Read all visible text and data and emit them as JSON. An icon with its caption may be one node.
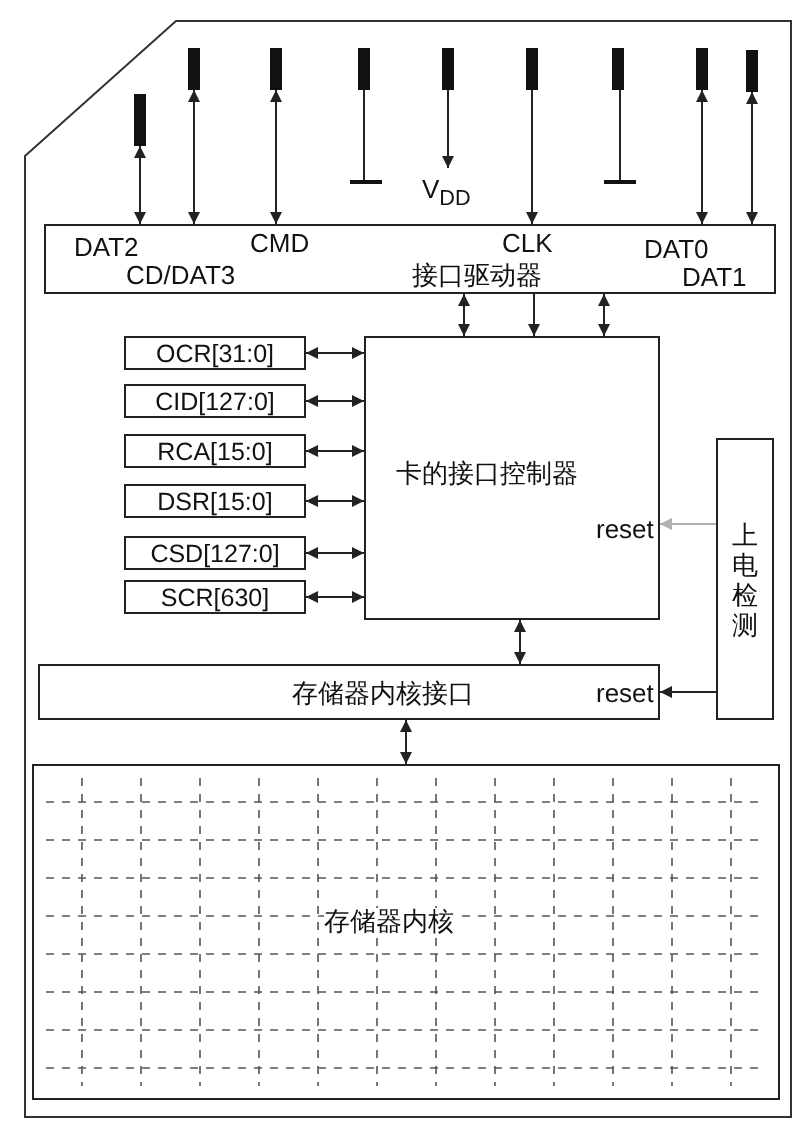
{
  "diagram": {
    "nodes": [
      {
        "text": [],
        "shape": "box"
      },
      {
        "text": [],
        "shape": "bar",
        "in": 0
      },
      {
        "text": [],
        "shape": "bar",
        "in": 0
      },
      {
        "text": [],
        "shape": "bar",
        "in": 0
      },
      {
        "text": [],
        "shape": "bar",
        "in": 0
      },
      {
        "text": [],
        "shape": "bar",
        "in": 0
      },
      {
        "text": [],
        "shape": "bar",
        "in": 0
      },
      {
        "text": [],
        "shape": "bar",
        "in": 0
      },
      {
        "text": [],
        "shape": "bar",
        "in": 0
      },
      {
        "text": [],
        "shape": "bar",
        "in": 0
      },
      {
        "text": [
          "DAT2",
          "CMD",
          "CLK",
          "DAT0",
          "CD/DAT3",
          "接口驱动器",
          "DAT1"
        ],
        "in": 0
      },
      {
        "text": [
          "卡的接口控制器",
          "reset"
        ],
        "in": 0
      },
      {
        "text": [
          "OCR[31:0]"
        ],
        "in": 0
      },
      {
        "text": [
          "CID[127:0]"
        ],
        "in": 0
      },
      {
        "text": [
          "RCA[15:0]"
        ],
        "in": 0
      },
      {
        "text": [
          "DSR[15:0]"
        ],
        "in": 0
      },
      {
        "text": [
          "CSD[127:0]"
        ],
        "in": 0
      },
      {
        "text": [
          "SCR[630]"
        ],
        "in": 0
      },
      {
        "text": [
          "存储器内核接口",
          "reset"
        ],
        "in": 0
      },
      {
        "text": [
          "上电检测"
        ],
        "in": 0
      },
      {
        "text": [
          "存储器内核"
        ],
        "in": 0
      },
      {
        "text": [],
        "shape": "ground",
        "in": 0
      },
      {
        "text": [],
        "shape": "ground",
        "in": 0
      },
      {
        "text": [
          "V$_{DD}$"
        ],
        "in": 0
      }
    ],
    "edges": [
      {
        "from": 1,
        "to": 10,
        "arrow": "both"
      },
      {
        "from": 2,
        "to": 10,
        "arrow": "both"
      },
      {
        "from": 3,
        "to": 10,
        "arrow": "both"
      },
      {
        "from": 4,
        "to": 21,
        "arrow": "none"
      },
      {
        "from": 5,
        "to": 23,
        "arrow": "to"
      },
      {
        "from": 6,
        "to": 10,
        "arrow": "to"
      },
      {
        "from": 7,
        "to": 22,
        "arrow": "none"
      },
      {
        "from": 8,
        "to": 10,
        "arrow": "both"
      },
      {
        "from": 9,
        "to": 10,
        "arrow": "both"
      },
      {
        "from": 10,
        "to": 11,
        "arrow": "both"
      },
      {
        "from": 10,
        "to": 11,
        "arrow": "to"
      },
      {
        "from": 10,
        "to": 11,
        "arrow": "both"
      },
      {
        "from": 12,
        "to": 11,
        "arrow": "both"
      },
      {
        "from": 13,
        "to": 11,
        "arrow": "both"
      },
      {
        "from": 14,
        "to": 11,
        "arrow": "both"
      },
      {
        "from": 15,
        "to": 11,
        "arrow": "both"
      },
      {
        "from": 16,
        "to": 11,
        "arrow": "both"
      },
      {
        "from": 17,
        "to": 11,
        "arrow": "both"
      },
      {
        "from": 11,
        "to": 18,
        "arrow": "both"
      },
      {
        "from": 19,
        "to": 11,
        "arrow": "to",
        "color": "#b0b0b0"
      },
      {
        "from": 19,
        "to": 18,
        "arrow": "to"
      },
      {
        "from": 18,
        "to": 20,
        "arrow": "both"
      }
    ]
  }
}
